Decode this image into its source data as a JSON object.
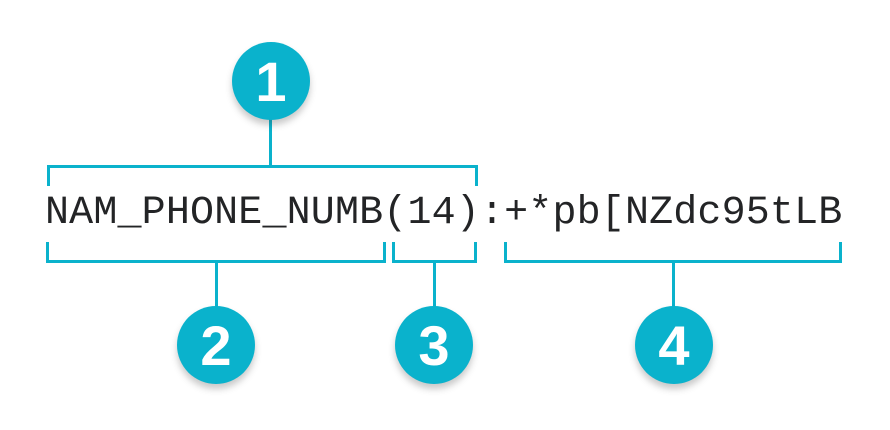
{
  "diagram": {
    "code": {
      "field_name": "NAM_PHONE_NUMB",
      "length": "(14)",
      "separator": ":",
      "value": "+*pb[NZdc95tLB"
    },
    "callouts": [
      {
        "number": "1"
      },
      {
        "number": "2"
      },
      {
        "number": "3"
      },
      {
        "number": "4"
      }
    ],
    "colors": {
      "accent": "#0ab2cc",
      "text": "#232426",
      "background": "#ffffff",
      "badge_number": "#ffffff"
    }
  }
}
